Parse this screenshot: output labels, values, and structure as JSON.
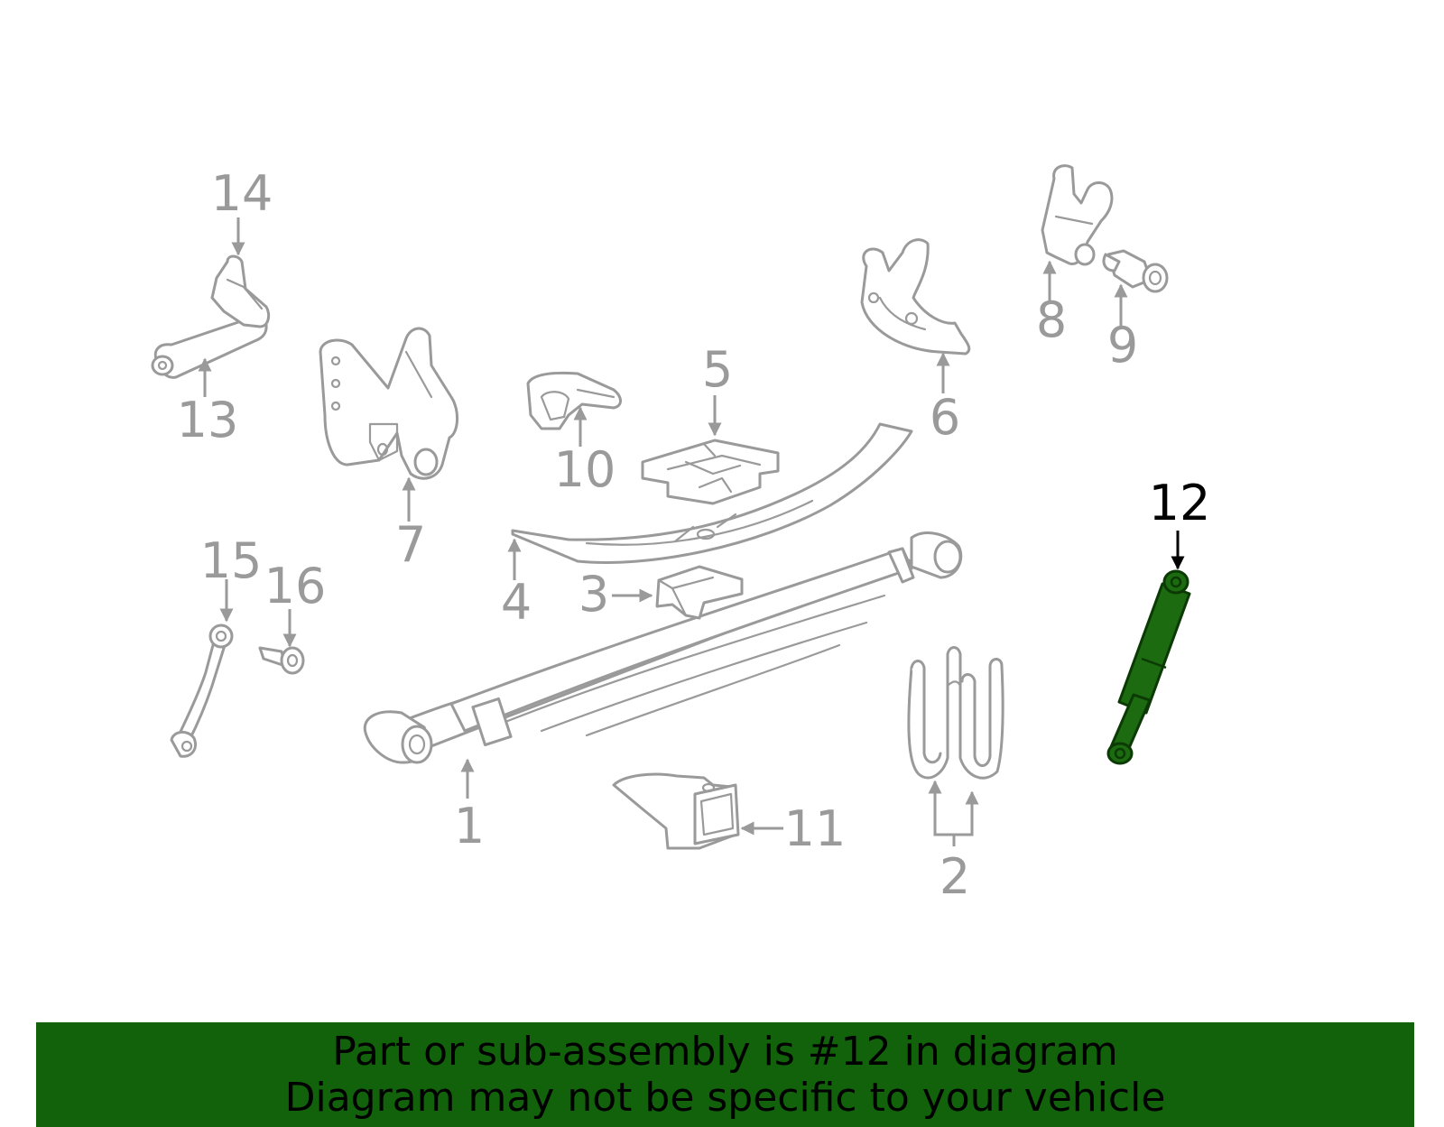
{
  "diagram": {
    "callouts": [
      {
        "id": "1",
        "label": "1"
      },
      {
        "id": "2",
        "label": "2"
      },
      {
        "id": "3",
        "label": "3"
      },
      {
        "id": "4",
        "label": "4"
      },
      {
        "id": "5",
        "label": "5"
      },
      {
        "id": "6",
        "label": "6"
      },
      {
        "id": "7",
        "label": "7"
      },
      {
        "id": "8",
        "label": "8"
      },
      {
        "id": "9",
        "label": "9"
      },
      {
        "id": "10",
        "label": "10"
      },
      {
        "id": "11",
        "label": "11"
      },
      {
        "id": "12",
        "label": "12"
      },
      {
        "id": "13",
        "label": "13"
      },
      {
        "id": "14",
        "label": "14"
      },
      {
        "id": "15",
        "label": "15"
      },
      {
        "id": "16",
        "label": "16"
      }
    ],
    "highlighted_part": "12",
    "colors": {
      "part_outline": "#9a9a9a",
      "highlight_fill": "#1d6b10",
      "banner": "#11620a"
    }
  },
  "banner": {
    "line1": "Part or sub-assembly is #12 in diagram",
    "line2": "Diagram may not be specific to your vehicle"
  }
}
